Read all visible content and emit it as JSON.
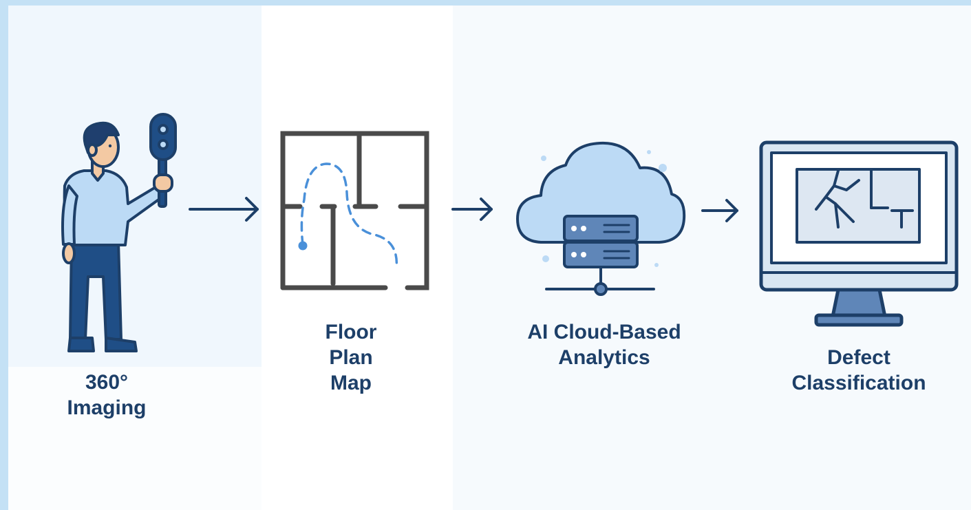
{
  "steps": [
    {
      "label": "360°\nImaging",
      "icon": "person-with-360-camera-icon"
    },
    {
      "label": "Floor\nPlan\nMap",
      "icon": "floor-plan-icon"
    },
    {
      "label": "AI Cloud-Based\nAnalytics",
      "icon": "cloud-server-icon"
    },
    {
      "label": "Defect\nClassification",
      "icon": "monitor-defect-icon"
    }
  ],
  "colors": {
    "text": "#1d3f68",
    "outline": "#1d3f68",
    "light_fill": "#bcdaf5",
    "wall": "#4a4a4a",
    "path": "#4a90d9",
    "page_bg": "#c4e1f5"
  }
}
